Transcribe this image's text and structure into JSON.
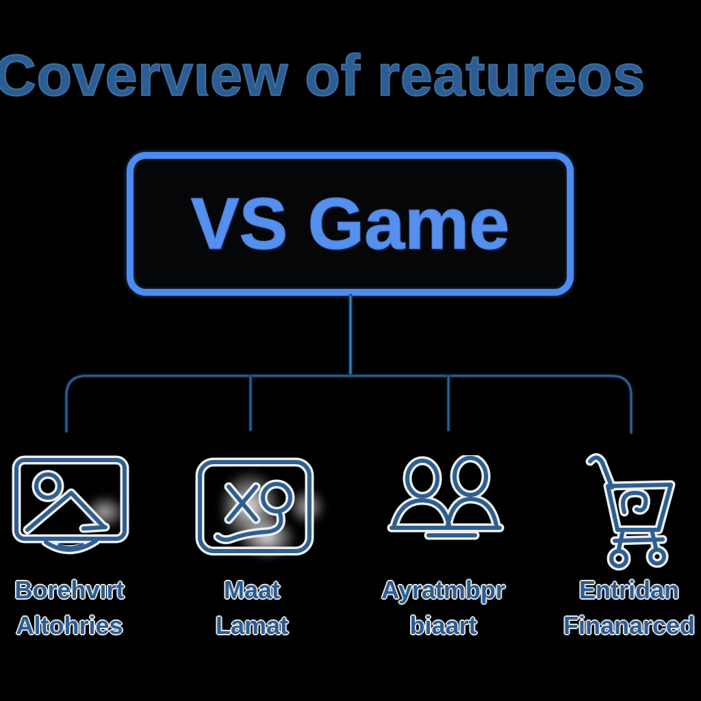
{
  "title": "Covervιew of reatureos",
  "root_node": {
    "label": "VS Game"
  },
  "branches": [
    {
      "icon": "picture-icon",
      "label_line1": "Borehvırt",
      "label_line2": "Altohries"
    },
    {
      "icon": "game-board-xo-icon",
      "label_line1": "Maat",
      "label_line2": "Lamat"
    },
    {
      "icon": "users-icon",
      "label_line1": "Ayratmbpr",
      "label_line2": "biaart"
    },
    {
      "icon": "shopping-cart-icon",
      "label_line1": "Entridan",
      "label_line2": "Finanarced"
    }
  ],
  "colors": {
    "background": "#000000",
    "title_text": "#2b5d92",
    "box_border": "#4b8cf0",
    "box_label": "#5590ef",
    "connector": "#1d4a6f",
    "icon_stroke": "#2f5f91",
    "icon_outline": "#edeff1",
    "label_text": "#2a5d94",
    "label_outline": "#e6e6e6"
  }
}
